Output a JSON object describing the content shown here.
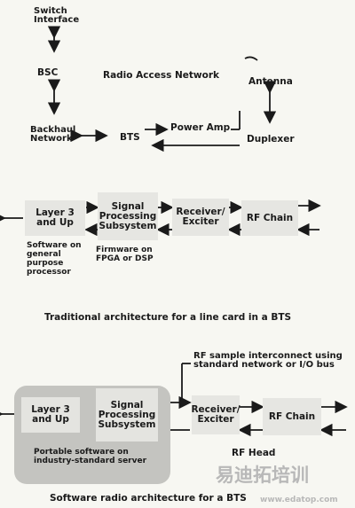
{
  "top": {
    "switch_interface": "Switch\nInterface",
    "bsc": "BSC",
    "radio_access_network": "Radio Access Network",
    "antenna": "Antenna",
    "backhaul_network": "Backhaul\nNetwork",
    "bts": "BTS",
    "power_amp": "Power Amp",
    "duplexer": "Duplexer"
  },
  "traditional": {
    "layer3": "Layer 3\nand Up",
    "signal_processing": "Signal\nProcessing\nSubsystem",
    "receiver_exciter": "Receiver/\nExciter",
    "rf_chain": "RF Chain",
    "software_note": "Software on\ngeneral\npurpose\nprocessor",
    "firmware_note": "Firmware on\nFPGA or DSP",
    "caption": "Traditional architecture for a line card in a BTS"
  },
  "software_radio": {
    "interconnect_note": "RF sample interconnect using\nstandard network or I/O bus",
    "layer3": "Layer 3\nand Up",
    "signal_processing": "Signal\nProcessing\nSubsystem",
    "receiver_exciter": "Receiver/\nExciter",
    "rf_chain": "RF Chain",
    "portable_note": "Portable software on\nindustry-standard server",
    "rf_head": "RF Head",
    "caption": "Software radio architecture for a BTS"
  },
  "watermark": {
    "brand": "易迪拓培训",
    "url": "www.edatop.com"
  }
}
